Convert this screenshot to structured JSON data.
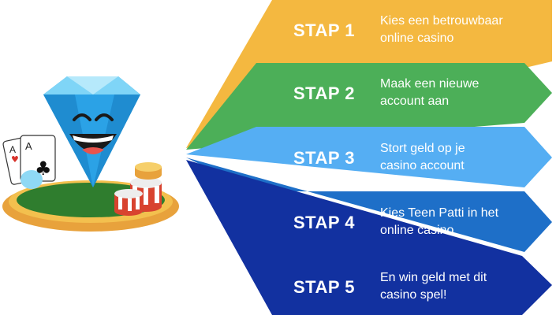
{
  "steps": [
    {
      "label": "STAP 1",
      "line1": "Kies een betrouwbaar",
      "line2": "online casino",
      "color": "#F4B840"
    },
    {
      "label": "STAP 2",
      "line1": "Maak een nieuwe",
      "line2": "account aan",
      "color": "#4CAF58"
    },
    {
      "label": "STAP 3",
      "line1": "Stort geld op je",
      "line2": "casino account",
      "color": "#55AEF3"
    },
    {
      "label": "STAP 4",
      "line1": "Kies Teen Patti in het",
      "line2": "online casino",
      "color": "#1E6FC8"
    },
    {
      "label": "STAP 5",
      "line1": "En win geld met dit",
      "line2": "casino spel!",
      "color": "#1231A0"
    }
  ],
  "mascot": {
    "icon": "diamond-mascot-icon",
    "card1": {
      "rank": "A",
      "suit": "♥"
    },
    "card2": {
      "rank": "A",
      "suit": "♣"
    }
  }
}
